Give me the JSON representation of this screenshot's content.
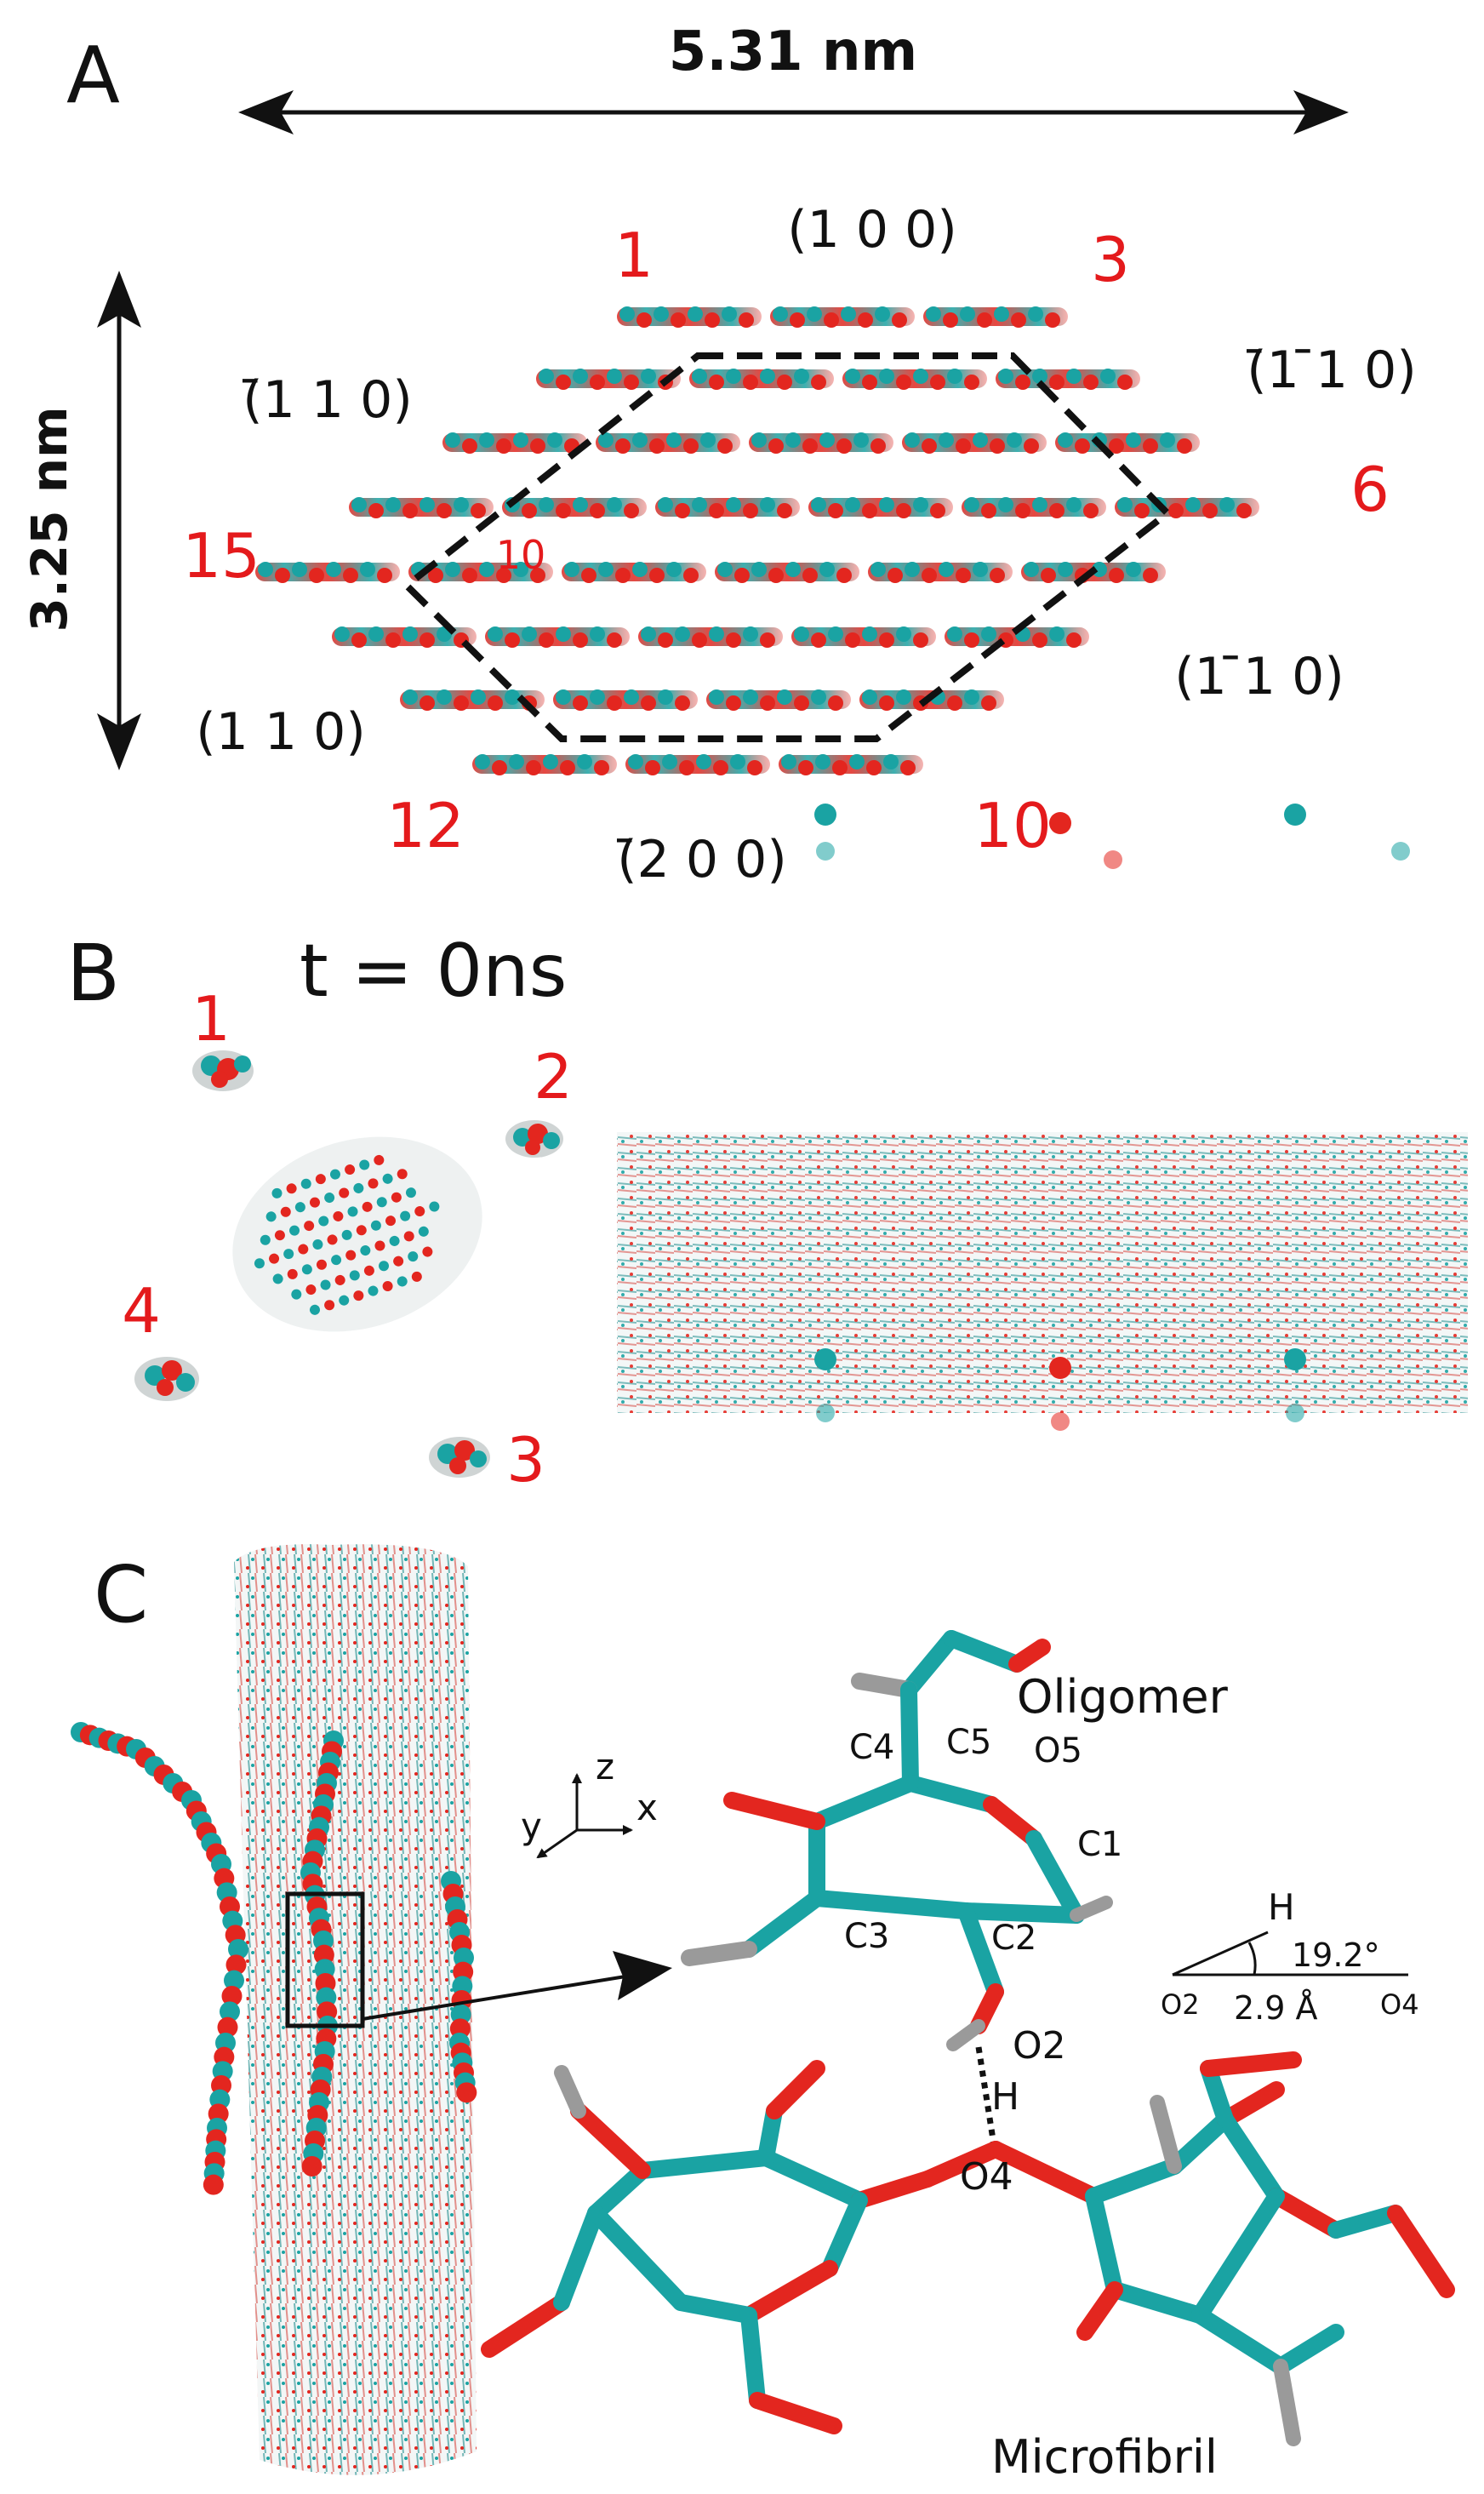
{
  "panelA": {
    "letter": "A",
    "width_label": "5.31 nm",
    "height_label": "3.25 nm",
    "planes": [
      "(1 0 0)",
      "(̄1 ̄1 0)",
      "(̄1 1 0)",
      "(1 ̄1 0)",
      "(1 1 0)",
      "(̄2 0 0)"
    ],
    "chain_labels": [
      "1",
      "3",
      "6",
      "15",
      "10",
      "12",
      "10"
    ]
  },
  "panelB": {
    "letter": "B",
    "time_label": "t = 0ns",
    "oligomer_labels": [
      "1",
      "2",
      "4",
      "3"
    ]
  },
  "panelC": {
    "letter": "C",
    "oligomer_label": "Oligomer",
    "microfibril_label": "Microfibril",
    "axes": [
      "z",
      "y",
      "x"
    ],
    "atoms": [
      "C4",
      "C5",
      "O5",
      "C1",
      "C3",
      "C2",
      "O2",
      "H",
      "O4"
    ],
    "hbond_inset": {
      "h_label": "H",
      "angle": "19.2°",
      "o2": "O2",
      "distance": "2.9 Å",
      "o4": "O4"
    }
  },
  "colors": {
    "carbon": "#1aa3a3",
    "oxygen": "#e3261f",
    "hydrogen": "#9a9a9a",
    "label_red": "#e41a1c"
  }
}
